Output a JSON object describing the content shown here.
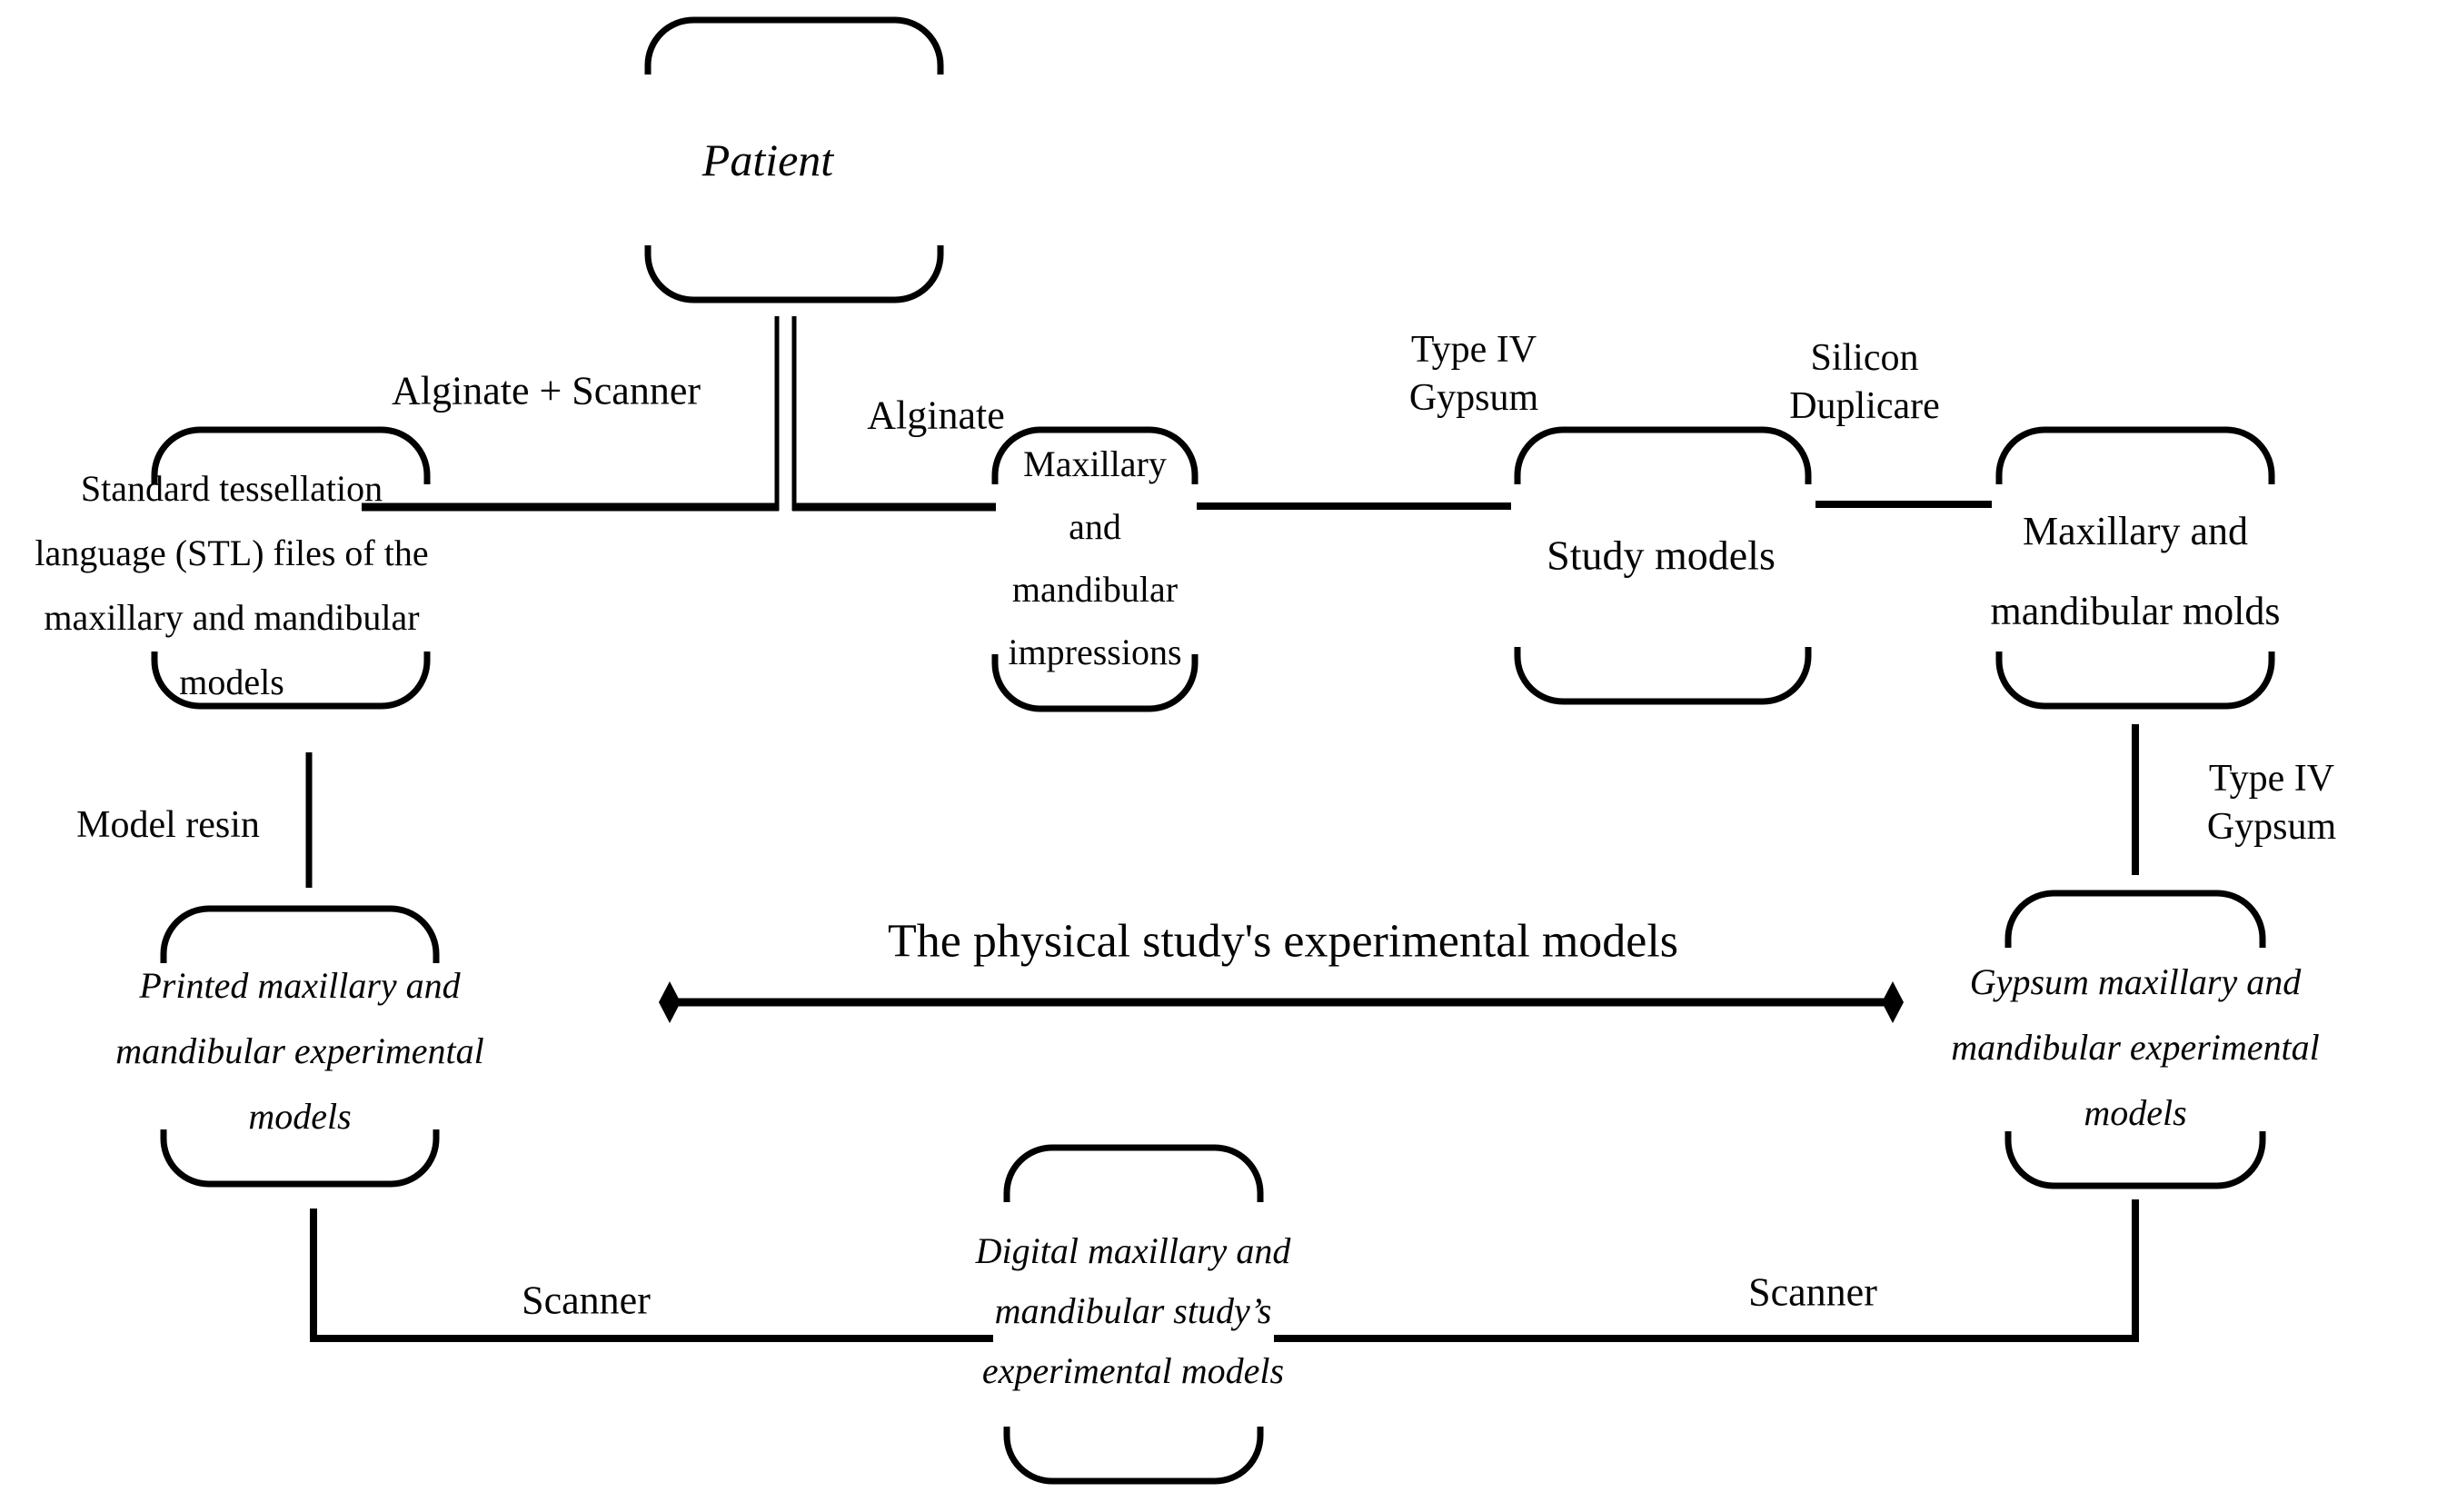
{
  "figure": {
    "title": "The physical study's experimental models",
    "nodes": {
      "patient": "Patient",
      "stl": [
        "Standard tessellation",
        "language (STL) files of the",
        "maxillary and mandibular",
        "models"
      ],
      "impressions": [
        "Maxillary",
        "and",
        "mandibular",
        "impressions"
      ],
      "study_models": "Study models",
      "molds": [
        "Maxillary and",
        "mandibular molds"
      ],
      "printed": [
        "Printed maxillary and",
        "mandibular experimental",
        "models"
      ],
      "gypsum": [
        "Gypsum maxillary and",
        "mandibular experimental",
        "models"
      ],
      "digital": [
        "Digital maxillary and",
        "mandibular study’s",
        "experimental models"
      ]
    },
    "edge_labels": {
      "alginate_scanner": "Alginate + Scanner",
      "alginate": "Alginate",
      "type_iv_gypsum_top": [
        "Type IV",
        "Gypsum"
      ],
      "silicon_duplicare": [
        "Silicon",
        "Duplicare"
      ],
      "model_resin": "Model resin",
      "type_iv_gypsum_right": [
        "Type IV",
        "Gypsum"
      ],
      "scanner_left": "Scanner",
      "scanner_right": "Scanner"
    },
    "colors": {
      "ink": "#000000",
      "background": "#ffffff"
    }
  }
}
